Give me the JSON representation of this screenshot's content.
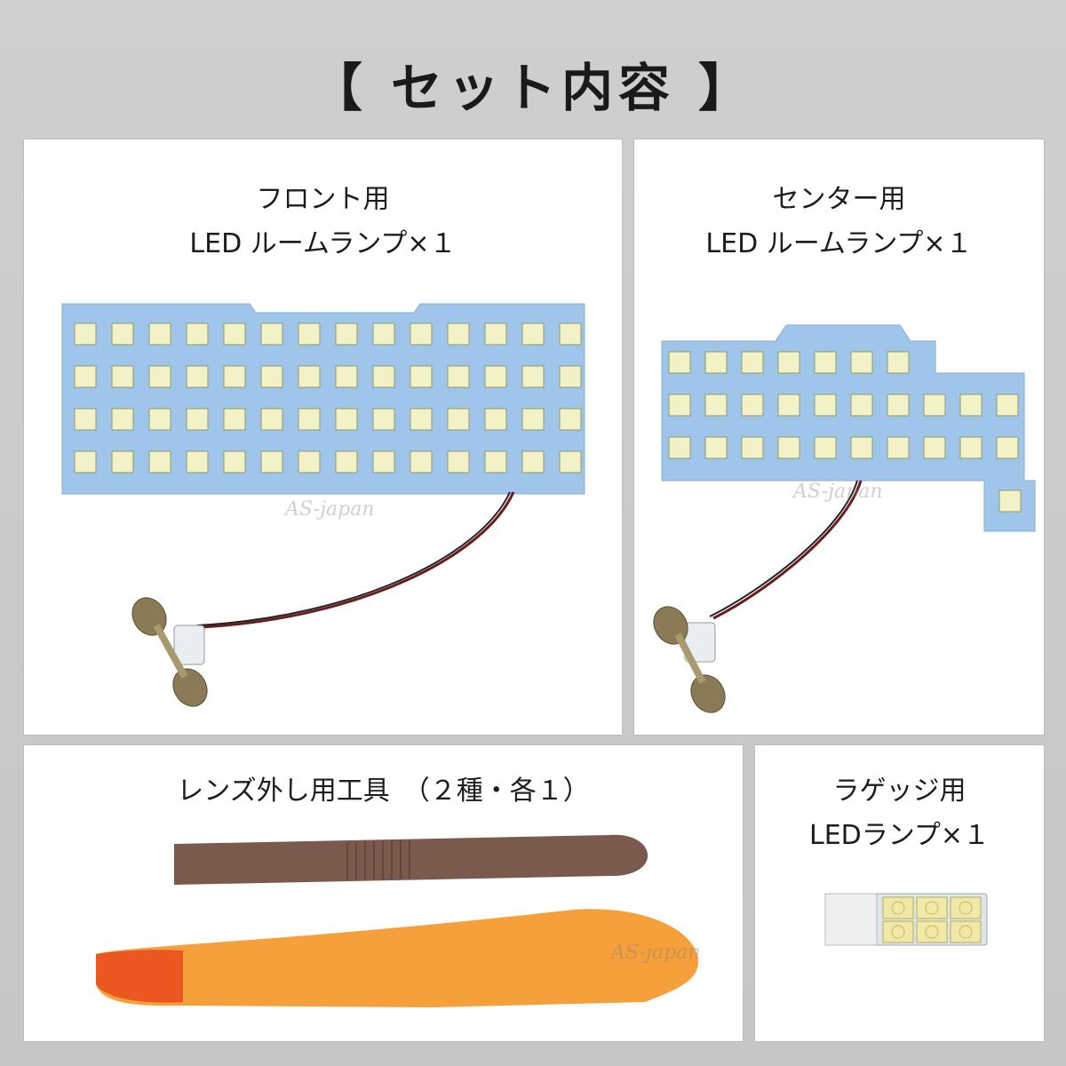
{
  "title": "【 セット内容 】",
  "panels": {
    "front": {
      "line1": "フロント用",
      "line2": "LED ルームランプ×１"
    },
    "center": {
      "line1": "センター用",
      "line2": "LED ルームランプ×１"
    },
    "tools": {
      "line1": "レンズ外し用工具　（２種・各１）"
    },
    "luggage": {
      "line1": "ラゲッジ用",
      "line2": "LEDランプ×１"
    }
  },
  "watermark": "AS-japan",
  "colors": {
    "pcb": "#9fc6ea",
    "led": "#f2f2c4",
    "spatula": "#7a5a4c",
    "pry_tool": "#f5a03a",
    "background": "#c9c9c9"
  }
}
